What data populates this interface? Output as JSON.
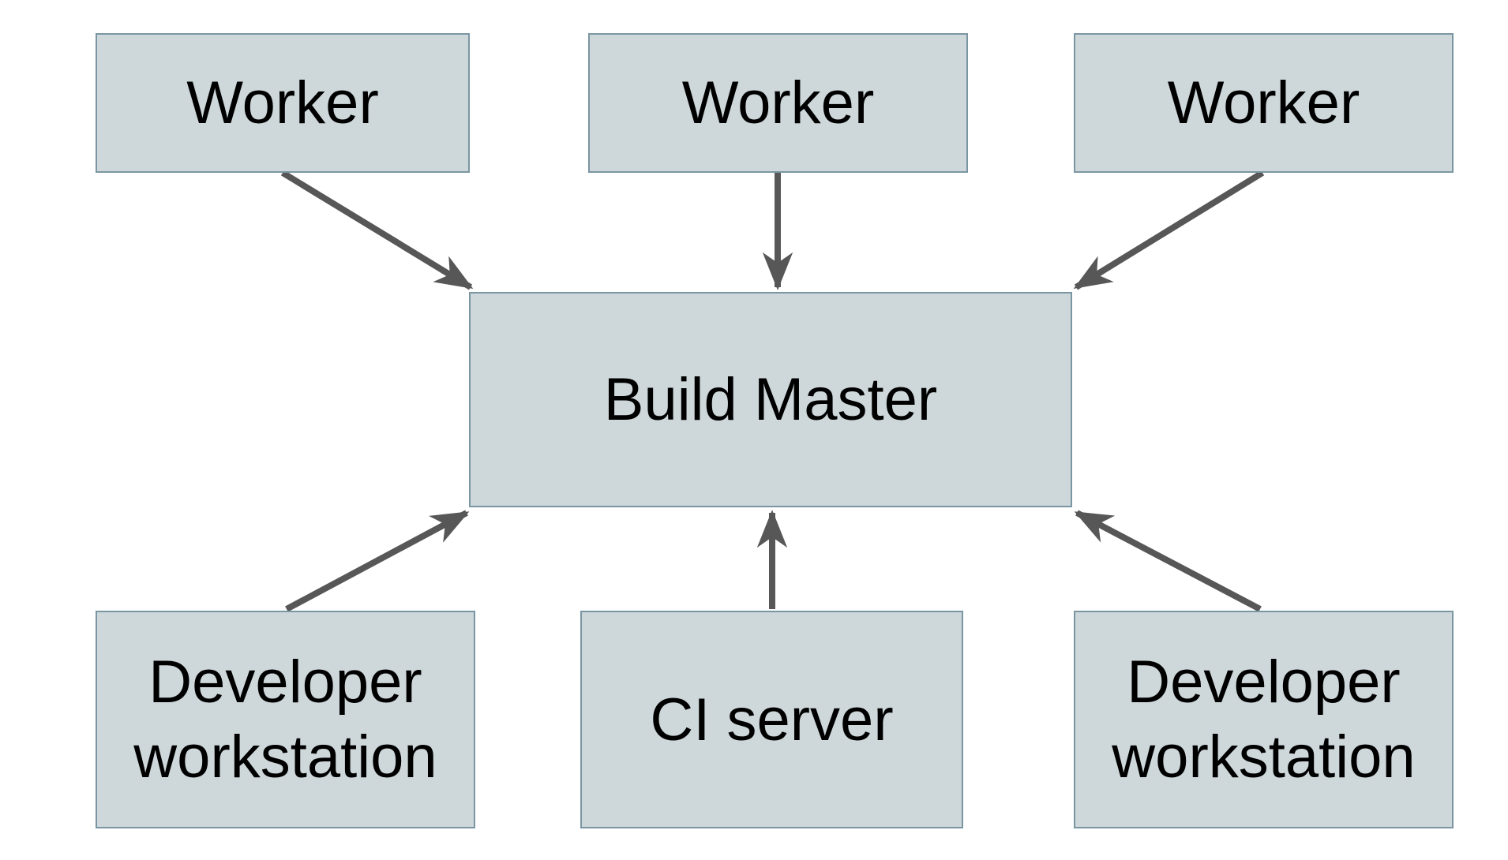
{
  "diagram": {
    "type": "flow-diagram",
    "description": "Distributed build system topology: workers, developer workstations and CI server all connect to a central build master",
    "nodes": {
      "worker1": {
        "label": "Worker"
      },
      "worker2": {
        "label": "Worker"
      },
      "worker3": {
        "label": "Worker"
      },
      "build_master": {
        "label": "Build Master"
      },
      "dev_left": {
        "label": "Developer\nworkstation"
      },
      "ci_server": {
        "label": "CI server"
      },
      "dev_right": {
        "label": "Developer\nworkstation"
      }
    },
    "edges": [
      {
        "from": "worker1",
        "to": "build_master",
        "arrow_style": "filled-barb"
      },
      {
        "from": "worker2",
        "to": "build_master",
        "arrow_style": "filled-barb"
      },
      {
        "from": "worker3",
        "to": "build_master",
        "arrow_style": "filled-barb"
      },
      {
        "from": "dev_left",
        "to": "build_master",
        "arrow_style": "filled-barb"
      },
      {
        "from": "ci_server",
        "to": "build_master",
        "arrow_style": "filled-barb"
      },
      {
        "from": "dev_right",
        "to": "build_master",
        "arrow_style": "filled-barb"
      }
    ],
    "colors": {
      "background": "#ffffff",
      "node_fill": "#ced7da",
      "node_border": "#7b96a3",
      "arrow": "#575757",
      "text": "#000000"
    }
  }
}
